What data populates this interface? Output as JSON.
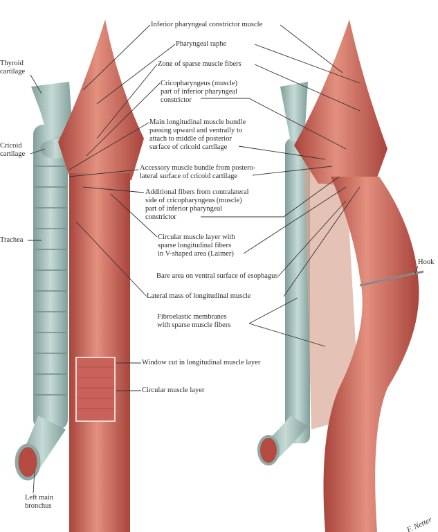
{
  "labels": {
    "inferior_pharyngeal_constrictor": "Inferior pharyngeal constrictor muscle",
    "pharyngeal_raphe": "Pharyngeal raphe",
    "zone_sparse": "Zone of sparse muscle fibers",
    "cricopharyngeus": "Cricopharyngeus (muscle)\npart of inferior pharyngeal\nconstrictor",
    "main_longitudinal": "Main longitudinal muscle bundle\npassing upward and ventrally to\nattach to middle of posterior\nsurface of cricoid cartilage",
    "accessory_bundle": "Accessory muscle bundle from postero-\nlateral surface of cricoid cartilage",
    "additional_fibers": "Additional fibers from contralateral\nside of cricopharyngeus (muscle)\npart of inferior pharyngeal\nconstrictor",
    "circular_laimer": "Circular muscle layer with\nsparse longitudinal fibers\nin V-shaped area (Laimer)",
    "bare_area": "Bare area on ventral surface of esophagus",
    "lateral_mass": "Lateral mass of longitudinal muscle",
    "fibroelastic": "Fibroelastic membranes\nwith sparse muscle fibers",
    "window_cut": "Window cut in longitudinal muscle layer",
    "circular_layer": "Circular muscle layer",
    "thyroid_cartilage": "Thyroid\ncartilage",
    "cricoid_cartilage": "Cricoid\ncartilage",
    "trachea": "Trachea",
    "left_main_bronchus": "Left main\nbronchus",
    "hook": "Hook"
  },
  "signature": "F. Netter",
  "colors": {
    "muscle": "#c8574c",
    "muscle_light": "#e08a78",
    "cartilage": "#9fb8b4",
    "line": "#333333"
  }
}
